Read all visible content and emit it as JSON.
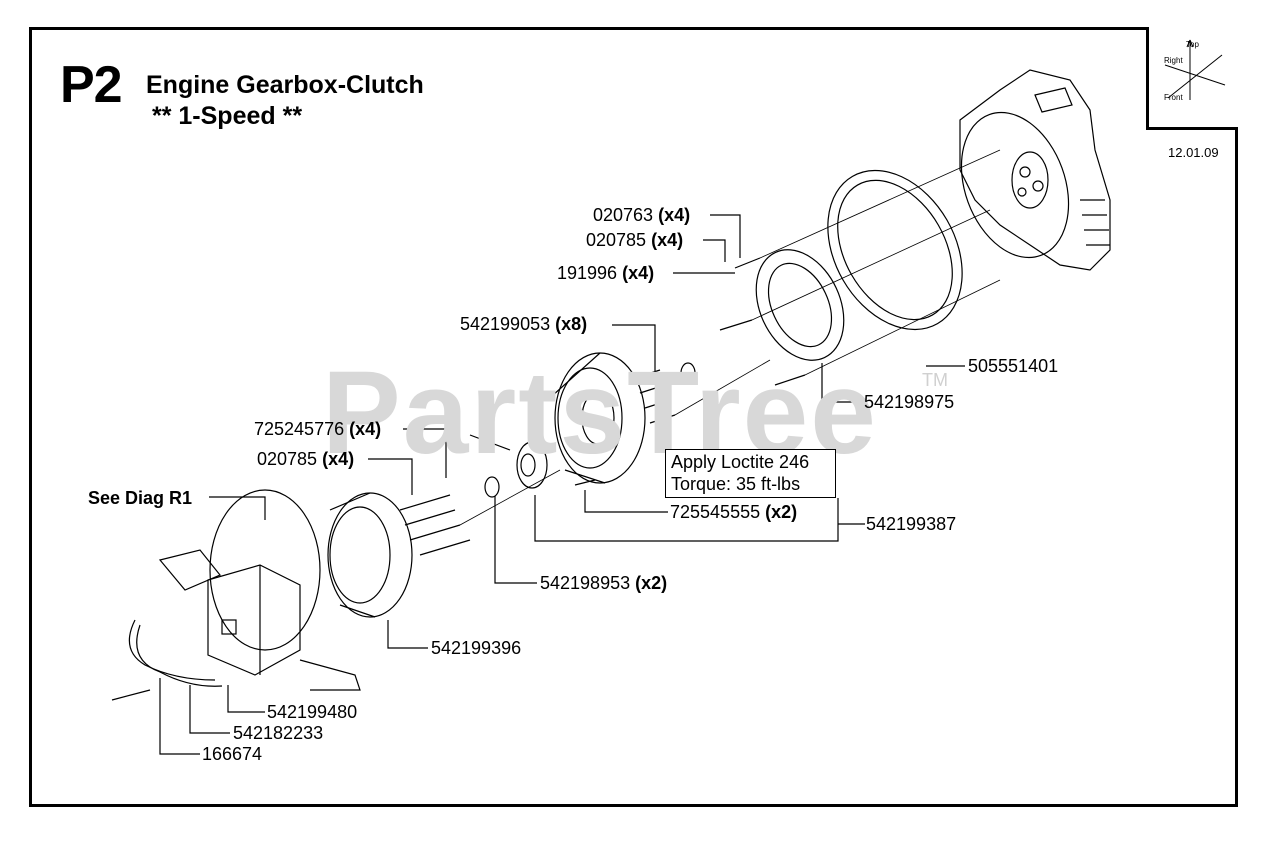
{
  "header": {
    "page_code": "P2",
    "title": "Engine Gearbox-Clutch",
    "subtitle": "** 1-Speed **",
    "date": "12.01.09"
  },
  "orientation": {
    "top": "Top",
    "right": "Right",
    "front": "Front"
  },
  "watermark": {
    "text": "PartsTree",
    "tm": "TM"
  },
  "callouts": {
    "p020763": {
      "part": "020763",
      "qty": "(x4)"
    },
    "p020785a": {
      "part": "020785",
      "qty": "(x4)"
    },
    "p191996": {
      "part": "191996",
      "qty": "(x4)"
    },
    "p542199053": {
      "part": "542199053",
      "qty": "(x8)"
    },
    "p505551401": {
      "part": "505551401"
    },
    "p542198975": {
      "part": "542198975"
    },
    "p725245776": {
      "part": "725245776",
      "qty": "(x4)"
    },
    "p020785b": {
      "part": "020785",
      "qty": "(x4)"
    },
    "see_diag": {
      "text": "See Diag R1"
    },
    "p725545555": {
      "part": "725545555",
      "qty": "(x2)"
    },
    "p542199387": {
      "part": "542199387"
    },
    "p542198953": {
      "part": "542198953",
      "qty": "(x2)"
    },
    "p542199396": {
      "part": "542199396"
    },
    "p542199480": {
      "part": "542199480"
    },
    "p542182233": {
      "part": "542182233"
    },
    "p166674": {
      "part": "166674"
    }
  },
  "note": {
    "line1": "Apply Loctite 246",
    "line2": "Torque: 35 ft-lbs"
  }
}
